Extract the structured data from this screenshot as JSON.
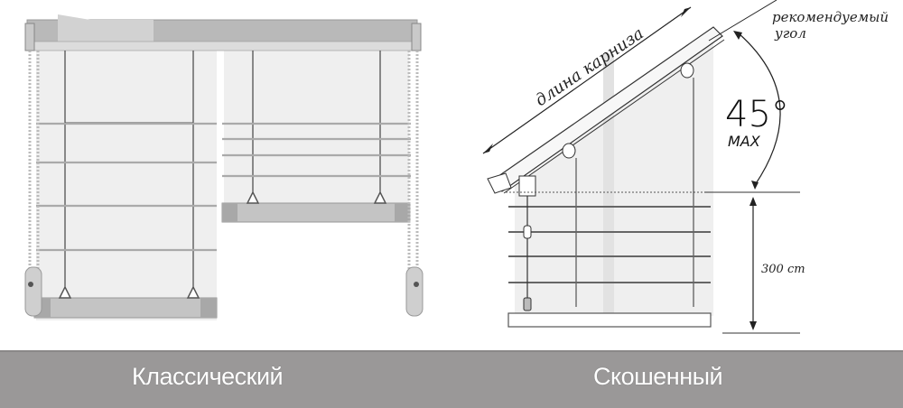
{
  "captions": {
    "left": "Классический",
    "right": "Скошенный"
  },
  "diagram_left": {
    "name": "classic-roman-blind",
    "panels": 2
  },
  "diagram_right": {
    "name": "slanted-roman-blind",
    "eave_length_label": "длина карниза",
    "recommended_angle_label_line1": "рекомендуемый",
    "recommended_angle_label_line2": "угол",
    "angle_value": "45°",
    "angle_max_label": "MAX",
    "height_label": "300 cm"
  },
  "colors": {
    "caption_bar": "#9a9898",
    "caption_text": "#ffffff",
    "fabric": "#eeeeee",
    "rail": "#b5b5b5",
    "line": "#222222"
  }
}
